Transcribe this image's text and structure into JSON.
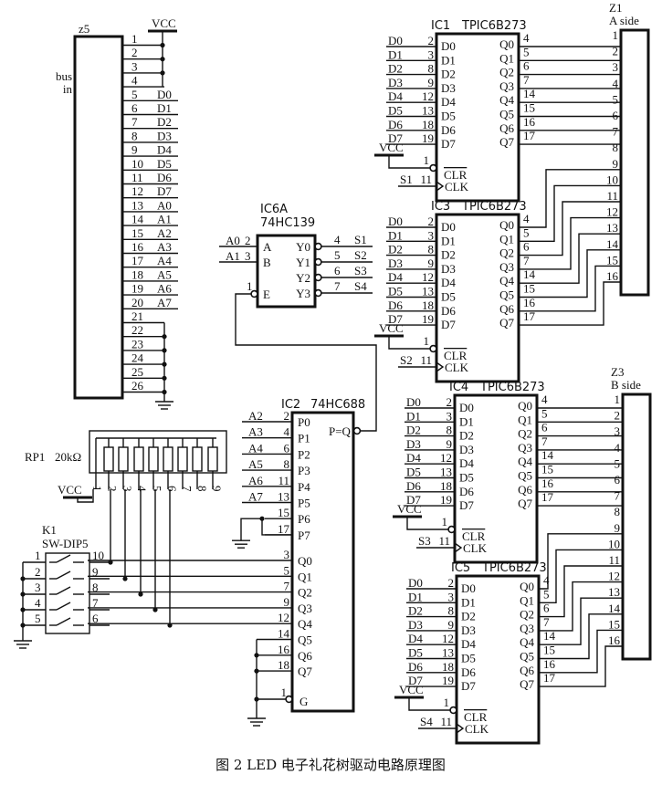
{
  "caption": "图 2   LED 电子礼花树驱动电路原理图",
  "vcc_label": "VCC",
  "bus": {
    "ref": "z5",
    "label_line1": "bus",
    "label_line2": "in",
    "pins": [
      {
        "num": "1",
        "net": ""
      },
      {
        "num": "2",
        "net": ""
      },
      {
        "num": "3",
        "net": ""
      },
      {
        "num": "4",
        "net": ""
      },
      {
        "num": "5",
        "net": "D0"
      },
      {
        "num": "6",
        "net": "D1"
      },
      {
        "num": "7",
        "net": "D2"
      },
      {
        "num": "8",
        "net": "D3"
      },
      {
        "num": "9",
        "net": "D4"
      },
      {
        "num": "10",
        "net": "D5"
      },
      {
        "num": "11",
        "net": "D6"
      },
      {
        "num": "12",
        "net": "D7"
      },
      {
        "num": "13",
        "net": "A0"
      },
      {
        "num": "14",
        "net": "A1"
      },
      {
        "num": "15",
        "net": "A2"
      },
      {
        "num": "16",
        "net": "A3"
      },
      {
        "num": "17",
        "net": "A4"
      },
      {
        "num": "18",
        "net": "A5"
      },
      {
        "num": "19",
        "net": "A6"
      },
      {
        "num": "20",
        "net": "A7"
      },
      {
        "num": "21",
        "net": ""
      },
      {
        "num": "22",
        "net": ""
      },
      {
        "num": "23",
        "net": ""
      },
      {
        "num": "24",
        "net": ""
      },
      {
        "num": "25",
        "net": ""
      },
      {
        "num": "26",
        "net": ""
      }
    ]
  },
  "decoder": {
    "ref": "IC6A",
    "part": "74HC139",
    "inputs": [
      {
        "net": "A0",
        "num": "2",
        "pin": "A"
      },
      {
        "net": "A1",
        "num": "3",
        "pin": "B"
      }
    ],
    "enable": {
      "num": "1",
      "pin": "E"
    },
    "outputs": [
      {
        "pin": "Y0",
        "num": "4",
        "net": "S1"
      },
      {
        "pin": "Y1",
        "num": "5",
        "net": "S2"
      },
      {
        "pin": "Y2",
        "num": "6",
        "net": "S3"
      },
      {
        "pin": "Y3",
        "num": "7",
        "net": "S4"
      }
    ]
  },
  "comparator": {
    "ref": "IC2",
    "part": "74HC688",
    "p_pins": [
      {
        "net": "A2",
        "num": "2",
        "pin": "P0"
      },
      {
        "net": "A3",
        "num": "4",
        "pin": "P1"
      },
      {
        "net": "A4",
        "num": "6",
        "pin": "P2"
      },
      {
        "net": "A5",
        "num": "8",
        "pin": "P3"
      },
      {
        "net": "A6",
        "num": "11",
        "pin": "P4"
      },
      {
        "net": "A7",
        "num": "13",
        "pin": "P5"
      },
      {
        "net": "",
        "num": "15",
        "pin": "P6"
      },
      {
        "net": "",
        "num": "17",
        "pin": "P7"
      }
    ],
    "q_pins": [
      {
        "num": "3",
        "pin": "Q0"
      },
      {
        "num": "5",
        "pin": "Q1"
      },
      {
        "num": "7",
        "pin": "Q2"
      },
      {
        "num": "9",
        "pin": "Q3"
      },
      {
        "num": "12",
        "pin": "Q4"
      },
      {
        "num": "14",
        "pin": "Q5"
      },
      {
        "num": "16",
        "pin": "Q6"
      },
      {
        "num": "18",
        "pin": "Q7"
      }
    ],
    "g_pin": {
      "num": "1",
      "pin": "G"
    },
    "out_pin": "P=Q"
  },
  "resistor_pack": {
    "ref": "RP1",
    "value": "20kΩ",
    "pins": [
      "1",
      "2",
      "3",
      "4",
      "5",
      "6",
      "7",
      "8",
      "9"
    ]
  },
  "dip_switch": {
    "ref": "K1",
    "part": "SW-DIP5",
    "left_pins": [
      "1",
      "2",
      "3",
      "4",
      "5"
    ],
    "right_pins": [
      "10",
      "9",
      "8",
      "7",
      "6"
    ]
  },
  "drivers": [
    {
      "ref": "IC1",
      "part": "TPIC6B273",
      "clk_net": "S1"
    },
    {
      "ref": "IC3",
      "part": "TPIC6B273",
      "clk_net": "S2"
    },
    {
      "ref": "IC4",
      "part": "TPIC6B273",
      "clk_net": "S3"
    },
    {
      "ref": "IC5",
      "part": "TPIC6B273",
      "clk_net": "S4"
    }
  ],
  "driver_pins": {
    "d_nets": [
      "D0",
      "D1",
      "D2",
      "D3",
      "D4",
      "D5",
      "D6",
      "D7"
    ],
    "d_nums": [
      "2",
      "3",
      "8",
      "9",
      "12",
      "13",
      "18",
      "19"
    ],
    "d_pins": [
      "D0",
      "D1",
      "D2",
      "D3",
      "D4",
      "D5",
      "D6",
      "D7"
    ],
    "q_pins": [
      "Q0",
      "Q1",
      "Q2",
      "Q3",
      "Q4",
      "Q5",
      "Q6",
      "Q7"
    ],
    "q_nums": [
      "4",
      "5",
      "6",
      "7",
      "14",
      "15",
      "16",
      "17"
    ],
    "clr_num": "1",
    "clr_pin": "CLR",
    "clk_num": "11",
    "clk_pin": "CLK"
  },
  "connectors": [
    {
      "ref": "Z1",
      "label": "A side",
      "pins": [
        "1",
        "2",
        "3",
        "4",
        "5",
        "6",
        "7",
        "8",
        "9",
        "10",
        "11",
        "12",
        "13",
        "14",
        "15",
        "16"
      ]
    },
    {
      "ref": "Z3",
      "label": "B side",
      "pins": [
        "1",
        "2",
        "3",
        "4",
        "5",
        "6",
        "7",
        "8",
        "9",
        "10",
        "11",
        "12",
        "13",
        "14",
        "15",
        "16"
      ]
    }
  ]
}
